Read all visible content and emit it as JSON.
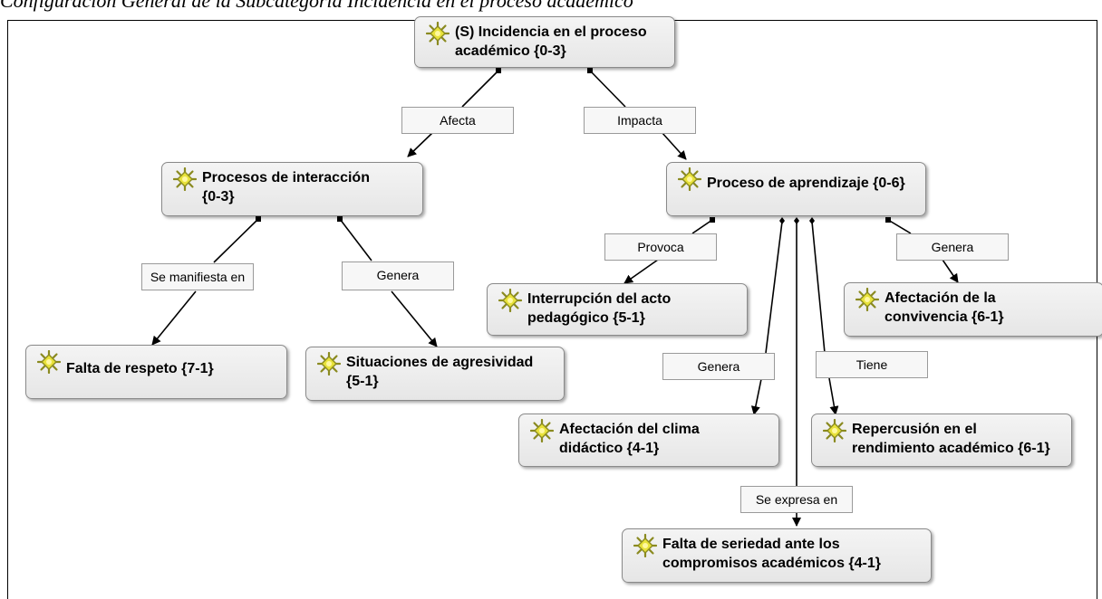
{
  "caption": "Configuración General de la Subcategoría Incidencia en el proceso académico",
  "nodes": {
    "root": "(S) Incidencia en el proceso\nacadémico {0-3}",
    "interaccion": "Procesos de interacción\n{0-3}",
    "aprendizaje": "Proceso de aprendizaje {0-6}",
    "respeto": "Falta de respeto {7-1}",
    "agresividad": "Situaciones de agresividad\n{5-1}",
    "interrupcion": "Interrupción del acto\npedagógico {5-1}",
    "convivencia": "Afectación de la\nconvivencia {6-1}",
    "clima": "Afectación del clima\ndidáctico {4-1}",
    "rendimiento": "Repercusión en el\nrendimiento académico {6-1}",
    "seriedad": "Falta de seriedad ante los\ncompromisos académicos {4-1}"
  },
  "relations": {
    "afecta": "Afecta",
    "impacta": "Impacta",
    "se_manifiesta": "Se manifiesta en",
    "genera_1": "Genera",
    "provoca": "Provoca",
    "genera_2": "Genera",
    "genera_3": "Genera",
    "tiene": "Tiene",
    "se_expresa": "Se expresa en"
  },
  "colors": {
    "icon_fill": "#e8e23a",
    "icon_stroke": "#8a8a20",
    "line": "#000000"
  },
  "icon_name": "code-sun-icon"
}
